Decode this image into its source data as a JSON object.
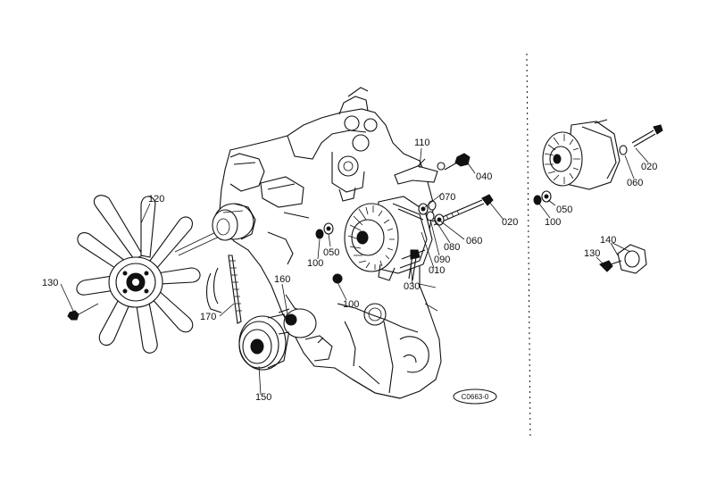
{
  "parts": {
    "p010": "010",
    "p020": "020",
    "p030": "030",
    "p040": "040",
    "p050": "050",
    "p060": "060",
    "p070": "070",
    "p080": "080",
    "p090": "090",
    "p100": "100",
    "p110": "110",
    "p120": "120",
    "p130": "130",
    "p140": "140",
    "p150": "150",
    "p160": "160",
    "p170": "170"
  },
  "figure_code": "C0663-0"
}
